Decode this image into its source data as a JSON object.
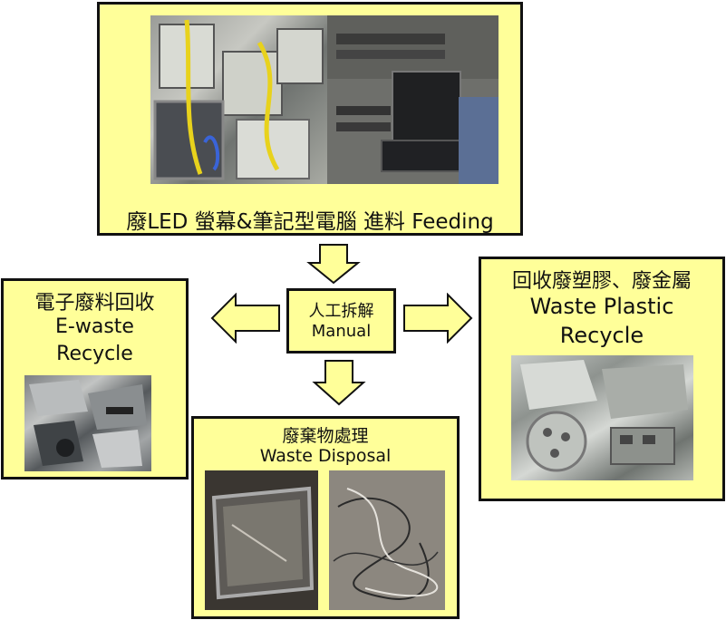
{
  "colors": {
    "box_fill": "#ffff99",
    "border": "#111111",
    "arrow_fill": "#ffff99"
  },
  "feeding": {
    "label": "廢LED 螢幕&筆記型電腦 進料 Feeding",
    "photos": [
      "waste-monitors-photo",
      "laptop-stack-photo"
    ]
  },
  "manual": {
    "line1": "人工拆解",
    "line2": "Manual"
  },
  "ewaste": {
    "line1": "電子廢料回收",
    "line2": "E-waste",
    "line3": "Recycle",
    "photo": "e-waste-scrap-photo"
  },
  "plastic": {
    "line1": "回收廢塑膠、廢金屬",
    "line2": "Waste Plastic",
    "line3": "Recycle",
    "photo": "plastic-metal-scrap-photo"
  },
  "disposal": {
    "line1": "廢棄物處理",
    "line2": "Waste Disposal",
    "photos": [
      "screen-panel-photo",
      "cable-scrap-photo"
    ]
  },
  "arrows": [
    "arrow-down-to-manual",
    "arrow-left-to-ewaste",
    "arrow-right-to-plastic",
    "arrow-down-to-disposal"
  ]
}
